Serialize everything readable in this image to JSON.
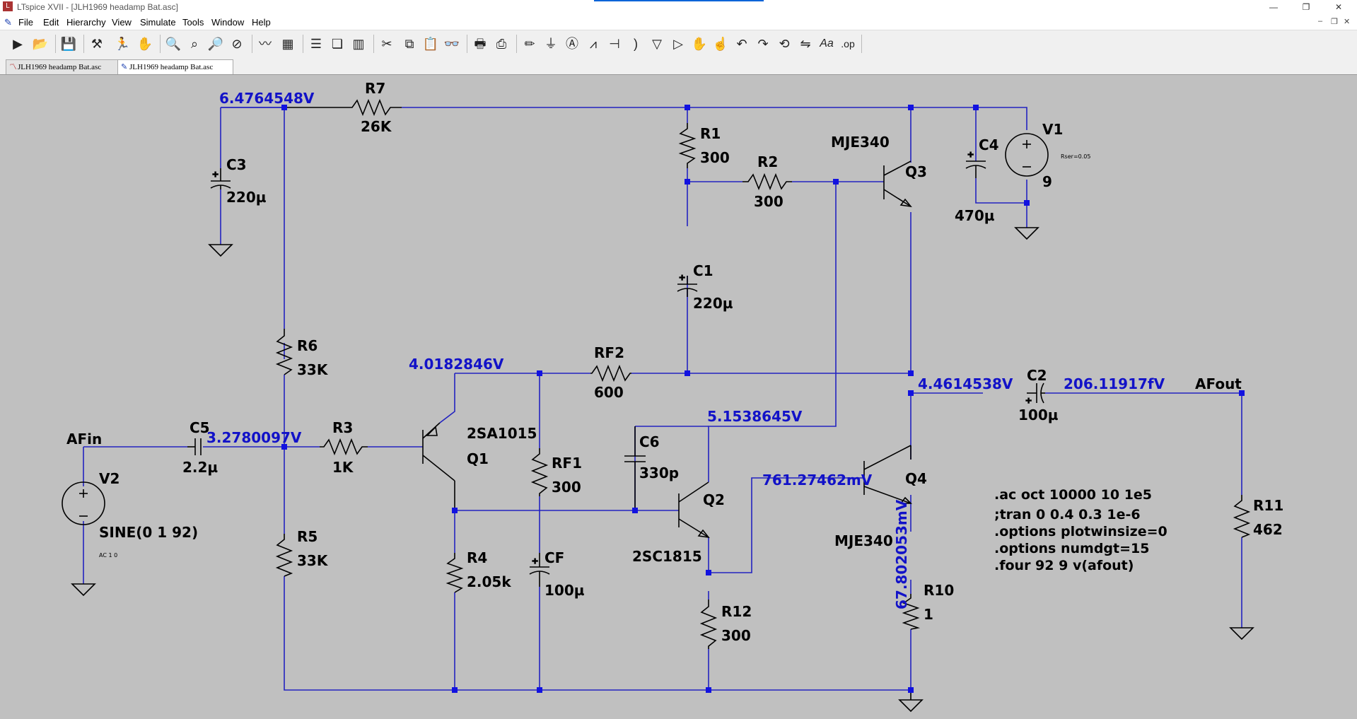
{
  "window": {
    "title": "LTspice XVII - [JLH1969 headamp Bat.asc]",
    "minimize": "—",
    "restore": "❐",
    "close": "✕"
  },
  "menu": {
    "items": [
      "File",
      "Edit",
      "Hierarchy",
      "View",
      "Simulate",
      "Tools",
      "Window",
      "Help"
    ]
  },
  "toolbar": {
    "icons": [
      "run-icon",
      "open-icon",
      "save-icon",
      "hammer-icon",
      "run-man-icon",
      "hand-icon",
      "zoom-in-icon",
      "zoom-area-icon",
      "zoom-out-icon",
      "zoom-cancel-icon",
      "waveform-icon",
      "netlist-icon",
      "tile-horizontal-icon",
      "cascade-icon",
      "tile-vertical-icon",
      "cut-icon",
      "copy-icon",
      "paste-icon",
      "find-icon",
      "print-icon",
      "print-preview-icon",
      "pencil-icon",
      "ground-icon",
      "label-icon",
      "resistor-icon",
      "capacitor-icon",
      "inductor-icon",
      "diode-icon",
      "component-icon",
      "move-icon",
      "drag-icon",
      "undo-icon",
      "redo-icon",
      "rotate-icon",
      "mirror-icon",
      "text-icon",
      "spice-directive-icon"
    ]
  },
  "tabs": [
    {
      "label": "JLH1969 headamp Bat.asc",
      "icon": "waveform-icon",
      "active": false
    },
    {
      "label": "JLH1969 headamp Bat.asc",
      "icon": "schematic-icon",
      "active": true
    }
  ],
  "schematic": {
    "components": {
      "R7": {
        "name": "R7",
        "value": "26K"
      },
      "R1": {
        "name": "R1",
        "value": "300"
      },
      "R2": {
        "name": "R2",
        "value": "300"
      },
      "R6": {
        "name": "R6",
        "value": "33K"
      },
      "R5": {
        "name": "R5",
        "value": "33K"
      },
      "R3": {
        "name": "R3",
        "value": "1K"
      },
      "R4": {
        "name": "R4",
        "value": "2.05k"
      },
      "RF1": {
        "name": "RF1",
        "value": "300"
      },
      "RF2": {
        "name": "RF2",
        "value": "600"
      },
      "R12": {
        "name": "R12",
        "value": "300"
      },
      "R10": {
        "name": "R10",
        "value": "1"
      },
      "R11": {
        "name": "R11",
        "value": "462"
      },
      "C3": {
        "name": "C3",
        "value": "220µ"
      },
      "C1": {
        "name": "C1",
        "value": "220µ"
      },
      "C4": {
        "name": "C4",
        "value": "470µ"
      },
      "C5": {
        "name": "C5",
        "value": "2.2µ"
      },
      "C6": {
        "name": "C6",
        "value": "330p"
      },
      "C2": {
        "name": "C2",
        "value": "100µ"
      },
      "CF": {
        "name": "CF",
        "value": "100µ"
      },
      "V1": {
        "name": "V1",
        "value": "9",
        "param": "Rser=0.05"
      },
      "V2": {
        "name": "V2",
        "value": "SINE(0 1 92)",
        "param": "AC 1 0"
      },
      "Q1": {
        "name": "Q1",
        "model": "2SA1015"
      },
      "Q2": {
        "name": "Q2",
        "model": "2SC1815"
      },
      "Q3": {
        "name": "Q3",
        "model": "MJE340"
      },
      "Q4": {
        "name": "Q4",
        "model": "MJE340"
      }
    },
    "net_labels": {
      "in": "AFin",
      "out": "AFout"
    },
    "voltages": {
      "top": "6.4764548V",
      "base_q1": "3.2780097V",
      "emit_q1": "4.0182846V",
      "mid": "4.4614538V",
      "out": "206.11917fV",
      "q2c": "5.1538645V",
      "q4b": "761.27462mV",
      "r10": "67.802053mV"
    },
    "directives": [
      ".ac oct 10000 10 1e5",
      ";tran 0 0.4 0.3 1e-6",
      ".options plotwinsize=0",
      ".options numdgt=15",
      ".four 92 9 v(afout)"
    ]
  }
}
